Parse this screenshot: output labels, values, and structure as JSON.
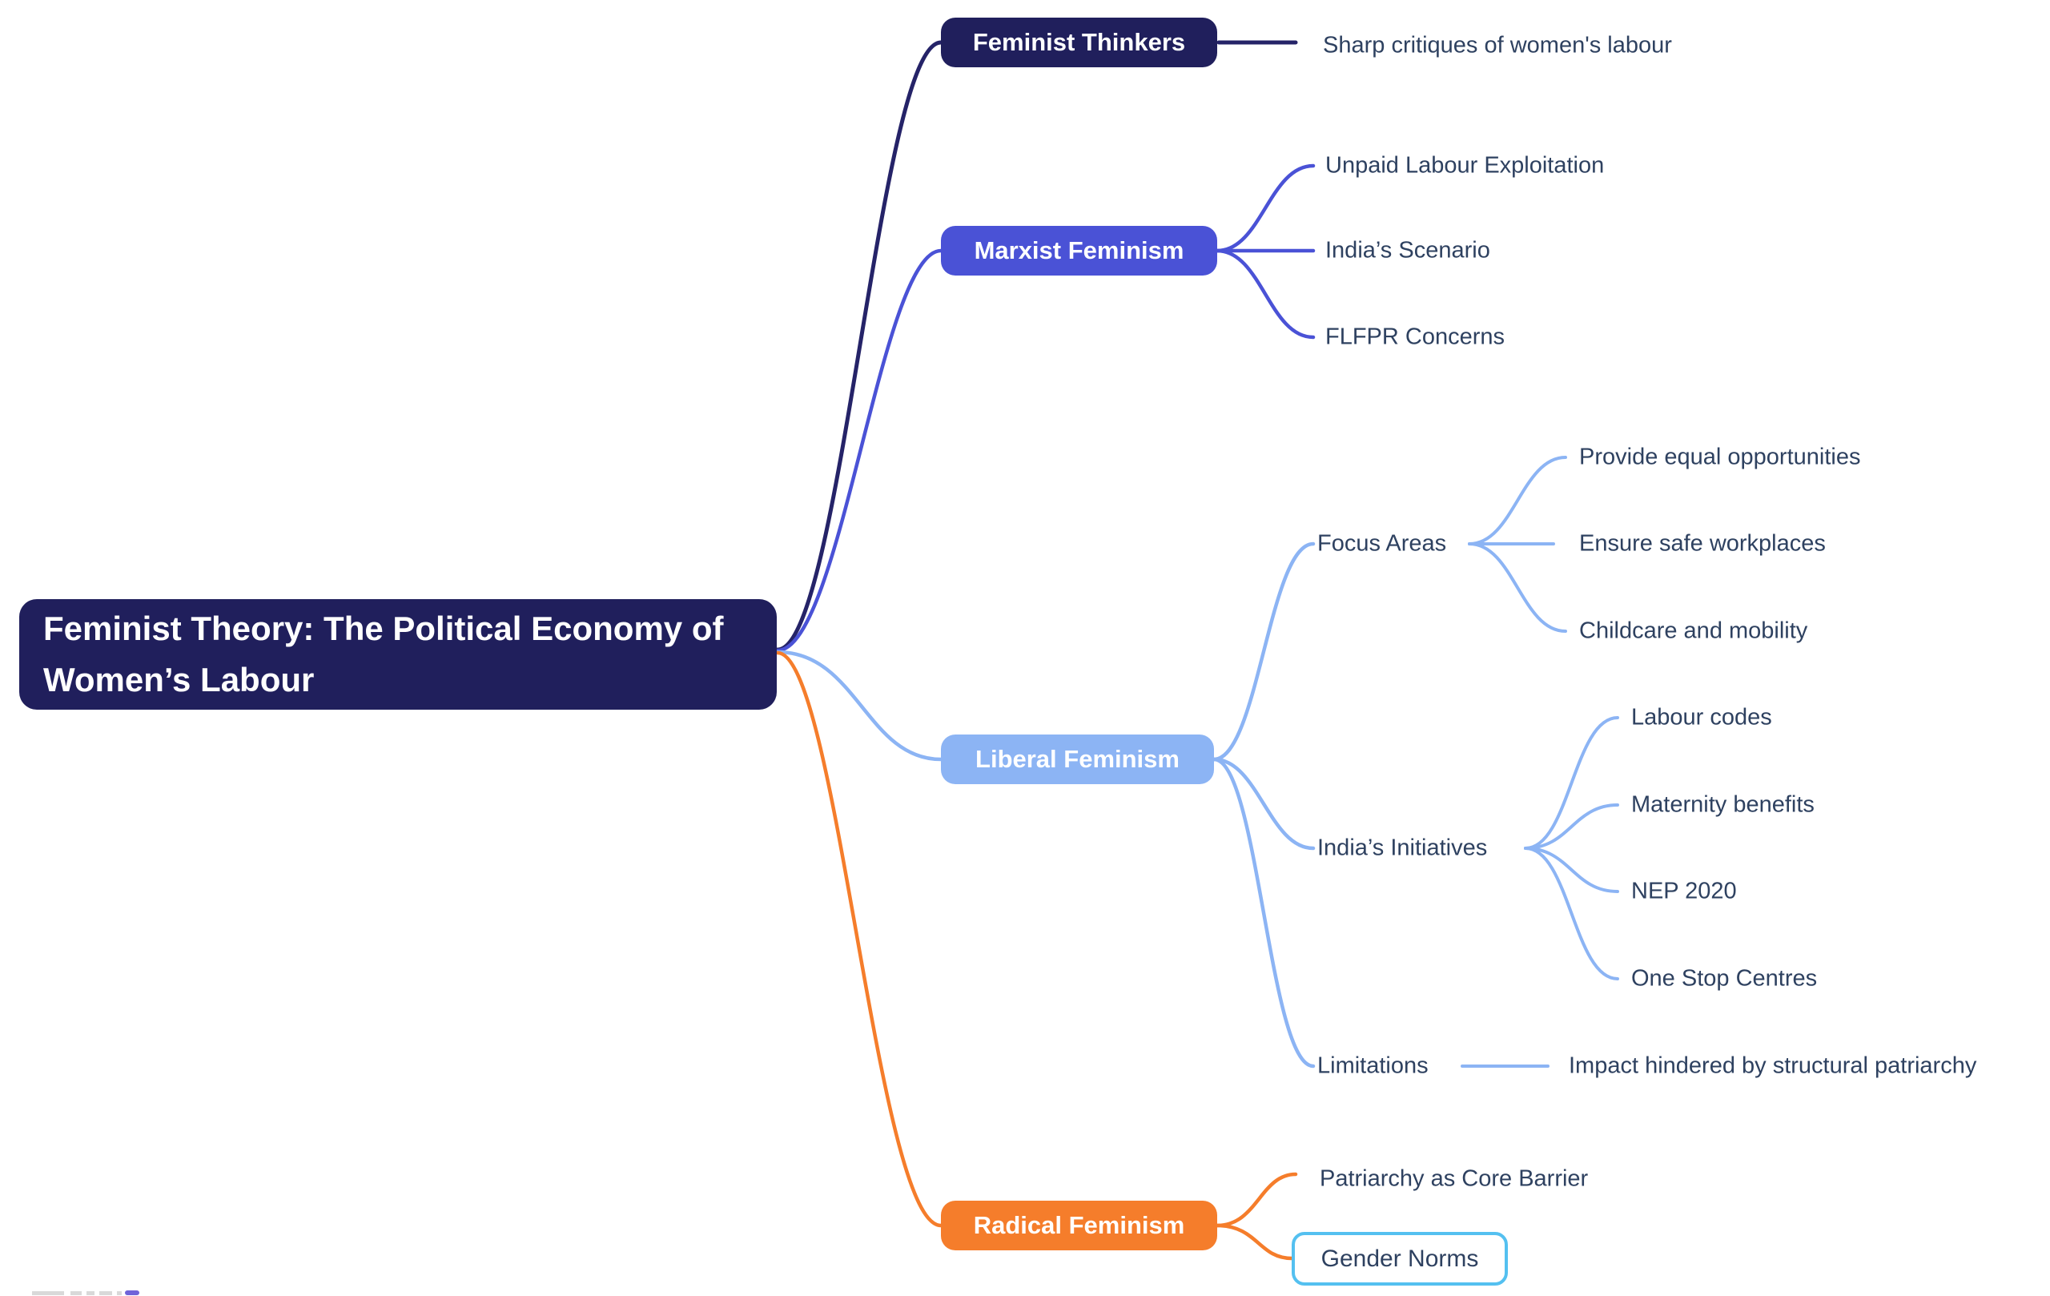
{
  "root": {
    "label": "Feminist Theory: The Political Economy of Women’s Labour"
  },
  "branches": [
    {
      "label": "Feminist Thinkers",
      "children": [
        {
          "label": "Sharp critiques of women's labour"
        }
      ]
    },
    {
      "label": "Marxist Feminism",
      "children": [
        {
          "label": "Unpaid Labour Exploitation"
        },
        {
          "label": "India’s Scenario"
        },
        {
          "label": "FLFPR Concerns"
        }
      ]
    },
    {
      "label": "Liberal Feminism",
      "children": [
        {
          "label": "Focus Areas",
          "children": [
            {
              "label": "Provide equal opportunities"
            },
            {
              "label": "Ensure safe workplaces"
            },
            {
              "label": "Childcare and mobility"
            }
          ]
        },
        {
          "label": "India’s Initiatives",
          "children": [
            {
              "label": "Labour codes"
            },
            {
              "label": "Maternity benefits"
            },
            {
              "label": "NEP 2020"
            },
            {
              "label": "One Stop Centres"
            }
          ]
        },
        {
          "label": "Limitations",
          "children": [
            {
              "label": "Impact hindered by structural patriarchy"
            }
          ]
        }
      ]
    },
    {
      "label": "Radical Feminism",
      "children": [
        {
          "label": "Patriarchy as Core Barrier"
        },
        {
          "label": "Gender Norms",
          "boxed": true
        }
      ]
    }
  ],
  "colors": {
    "navy": "#201f5c",
    "link_navy": "#252368",
    "indigo": "#4a52d6",
    "light_blue": "#8cb4f4",
    "orange": "#f57d2b",
    "text_dark": "#2e4160",
    "node_text": "#ffffff",
    "gender_border": "#54c0f0",
    "background": "#ffffff",
    "watermark_gray": "#d9d9d9",
    "watermark_indigo": "#6f64d9"
  }
}
